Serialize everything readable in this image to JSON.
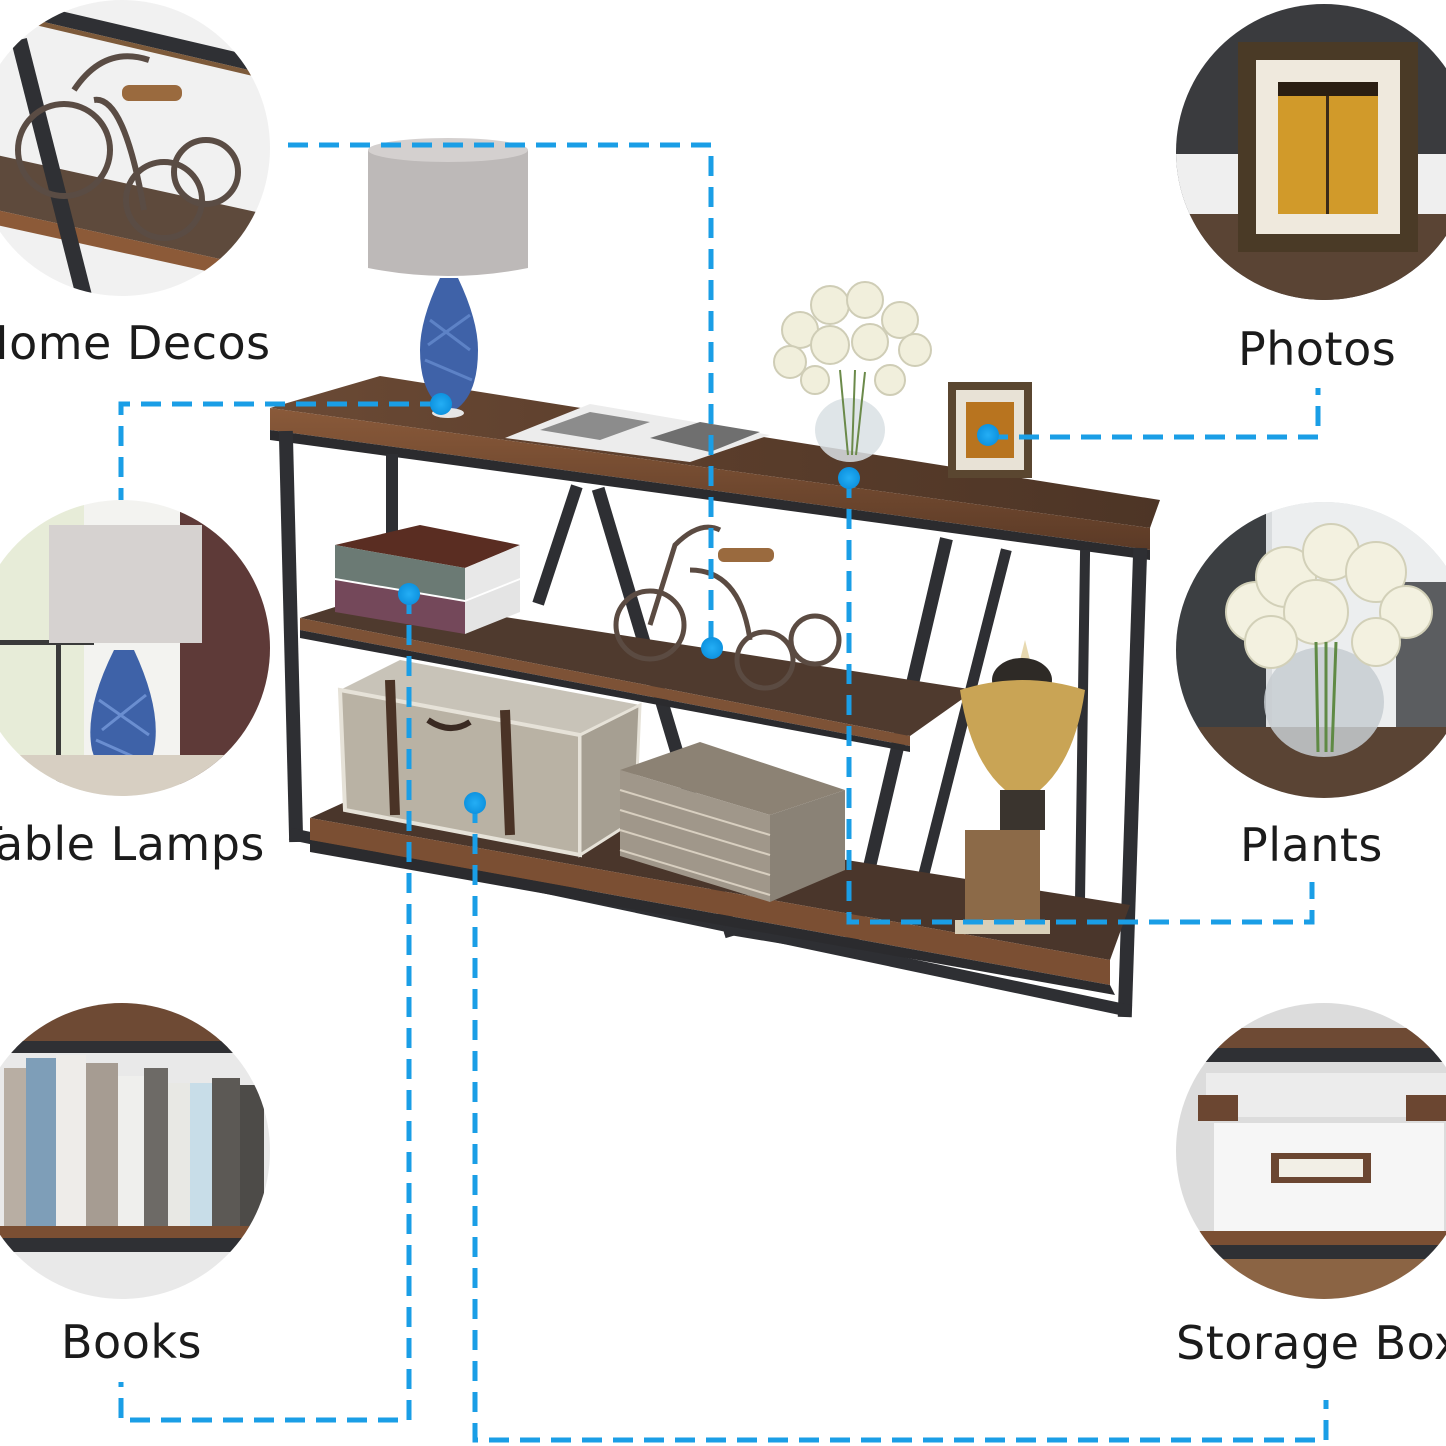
{
  "infographic": {
    "subject": "console-table",
    "accent_color": "#1a9ee6",
    "callouts": [
      {
        "id": "home-decos",
        "label": "Home Decos",
        "side": "left",
        "row": 1
      },
      {
        "id": "table-lamps",
        "label": "Table Lamps",
        "side": "left",
        "row": 2
      },
      {
        "id": "books",
        "label": "Books",
        "side": "left",
        "row": 3
      },
      {
        "id": "photos",
        "label": "Photos",
        "side": "right",
        "row": 1
      },
      {
        "id": "plants",
        "label": "Plants",
        "side": "right",
        "row": 2
      },
      {
        "id": "storage-box",
        "label": "Storage Box",
        "side": "right",
        "row": 3
      }
    ]
  }
}
